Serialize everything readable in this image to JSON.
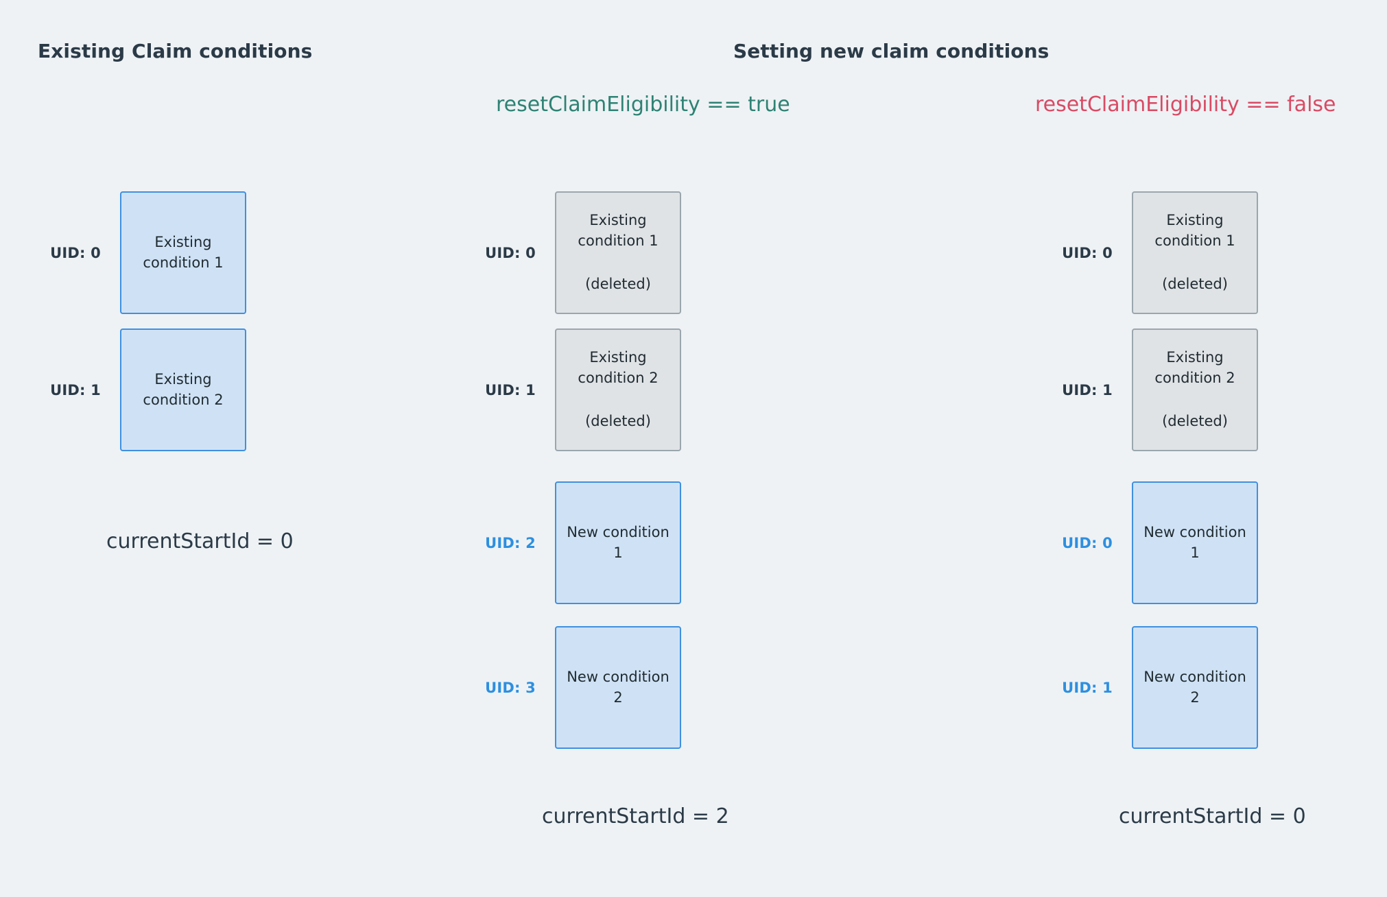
{
  "columns": [
    {
      "key": "existing",
      "title": "Existing Claim conditions",
      "subtitle": "",
      "rows": [
        {
          "uid": "UID: 0",
          "uid_style": "dark",
          "box_style": "blue",
          "main": "Existing condition 1",
          "sub": ""
        },
        {
          "uid": "UID: 1",
          "uid_style": "dark",
          "box_style": "blue",
          "main": "Existing condition 2",
          "sub": ""
        }
      ],
      "footer": "currentStartId = 0"
    },
    {
      "key": "reset_true",
      "title": "Setting new claim conditions",
      "subtitle": "resetClaimEligibility == true",
      "subtitle_color": "#2e8273",
      "rows": [
        {
          "uid": "UID: 0",
          "uid_style": "dark",
          "box_style": "grey",
          "main": "Existing condition 1",
          "sub": "(deleted)"
        },
        {
          "uid": "UID: 1",
          "uid_style": "dark",
          "box_style": "grey",
          "main": "Existing condition 2",
          "sub": "(deleted)"
        },
        {
          "uid": "UID: 2",
          "uid_style": "blue",
          "box_style": "blue",
          "main": "New condition 1",
          "sub": ""
        },
        {
          "uid": "UID: 3",
          "uid_style": "blue",
          "box_style": "blue",
          "main": "New condition 2",
          "sub": ""
        }
      ],
      "footer": "currentStartId = 2"
    },
    {
      "key": "reset_false",
      "title": "",
      "subtitle": "resetClaimEligibility == false",
      "subtitle_color": "#d94a63",
      "rows": [
        {
          "uid": "UID: 0",
          "uid_style": "dark",
          "box_style": "grey",
          "main": "Existing condition 1",
          "sub": "(deleted)"
        },
        {
          "uid": "UID: 1",
          "uid_style": "dark",
          "box_style": "grey",
          "main": "Existing condition 2",
          "sub": "(deleted)"
        },
        {
          "uid": "UID: 0",
          "uid_style": "blue",
          "box_style": "blue",
          "main": "New condition 1",
          "sub": ""
        },
        {
          "uid": "UID: 1",
          "uid_style": "blue",
          "box_style": "blue",
          "main": "New condition 2",
          "sub": ""
        }
      ],
      "footer": "currentStartId = 0"
    }
  ],
  "headings": {
    "left": "Existing Claim conditions",
    "right": "Setting new claim conditions"
  },
  "conditions": {
    "true_label": "resetClaimEligibility == true",
    "false_label": "resetClaimEligibility == false"
  },
  "footers": {
    "existing": "currentStartId = 0",
    "reset_true": "currentStartId = 2",
    "reset_false": "currentStartId = 0"
  },
  "colors": {
    "background": "#eef2f5",
    "box_blue_fill": "#cfe2f5",
    "box_blue_border": "#3f90e0",
    "box_grey_fill": "#dfe3e6",
    "box_grey_border": "#9aa6ad",
    "text_dark": "#2b3a47",
    "uid_blue": "#2d8fe0",
    "condition_true": "#2e8273",
    "condition_false": "#d94a63"
  },
  "rows_layout": {
    "tops": [
      277,
      477,
      700,
      911
    ]
  }
}
